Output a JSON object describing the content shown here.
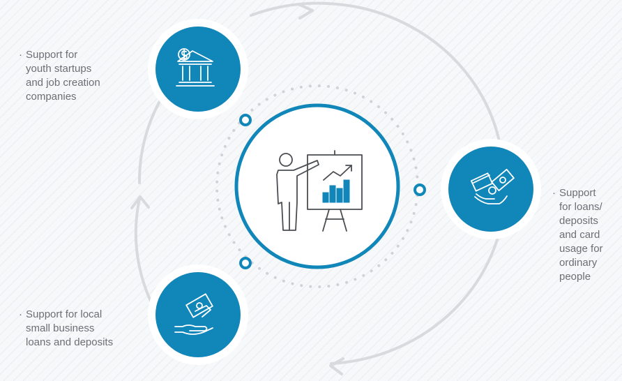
{
  "diagram": {
    "center_node": {
      "icon": "presentation-chart-icon"
    },
    "nodes": [
      {
        "id": "top-left",
        "icon": "bank-dollar-icon",
        "label": "Support for\nyouth startups\nand job creation\ncompanies"
      },
      {
        "id": "right",
        "icon": "hand-card-cash-icon",
        "label": "Support\nfor loans/\ndeposits\nand card\nusage for\nordinary\npeople"
      },
      {
        "id": "bottom-left",
        "icon": "hand-money-icon",
        "label": "Support for local\nsmall business\nloans and deposits"
      }
    ],
    "bullet": "·",
    "colors": {
      "accent": "#1186b8",
      "ring": "#d8dadd",
      "text": "#6b6f75",
      "dots": "#cfd3d8"
    }
  }
}
